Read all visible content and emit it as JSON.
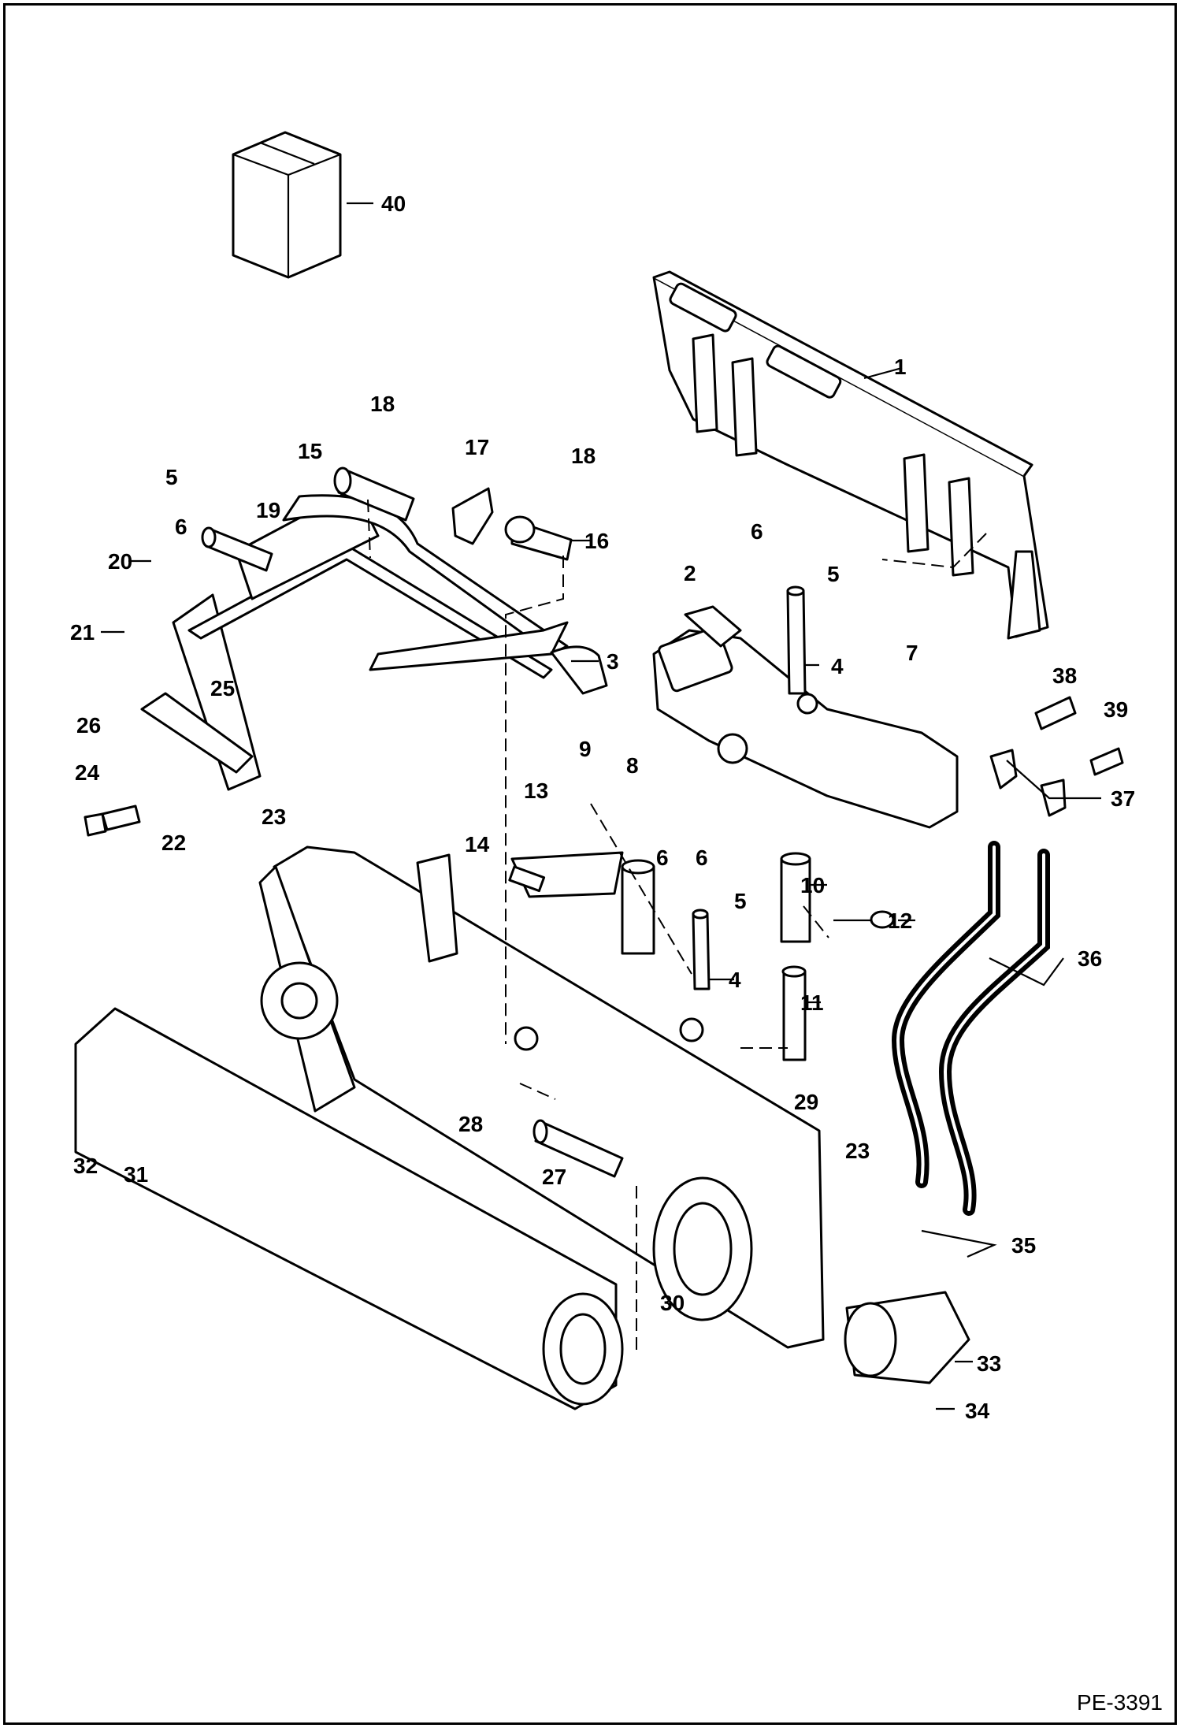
{
  "figure": {
    "ref": "PE-3391"
  },
  "callouts": [
    {
      "n": "1"
    },
    {
      "n": "2"
    },
    {
      "n": "3"
    },
    {
      "n": "4"
    },
    {
      "n": "4"
    },
    {
      "n": "5"
    },
    {
      "n": "5"
    },
    {
      "n": "5"
    },
    {
      "n": "6"
    },
    {
      "n": "6"
    },
    {
      "n": "6"
    },
    {
      "n": "6"
    },
    {
      "n": "7"
    },
    {
      "n": "8"
    },
    {
      "n": "9"
    },
    {
      "n": "10"
    },
    {
      "n": "11"
    },
    {
      "n": "12"
    },
    {
      "n": "13"
    },
    {
      "n": "14"
    },
    {
      "n": "15"
    },
    {
      "n": "16"
    },
    {
      "n": "17"
    },
    {
      "n": "18"
    },
    {
      "n": "18"
    },
    {
      "n": "19"
    },
    {
      "n": "20"
    },
    {
      "n": "21"
    },
    {
      "n": "22"
    },
    {
      "n": "23"
    },
    {
      "n": "23"
    },
    {
      "n": "24"
    },
    {
      "n": "25"
    },
    {
      "n": "26"
    },
    {
      "n": "27"
    },
    {
      "n": "28"
    },
    {
      "n": "29"
    },
    {
      "n": "30"
    },
    {
      "n": "31"
    },
    {
      "n": "32"
    },
    {
      "n": "33"
    },
    {
      "n": "34"
    },
    {
      "n": "35"
    },
    {
      "n": "36"
    },
    {
      "n": "37"
    },
    {
      "n": "38"
    },
    {
      "n": "39"
    },
    {
      "n": "40"
    }
  ]
}
